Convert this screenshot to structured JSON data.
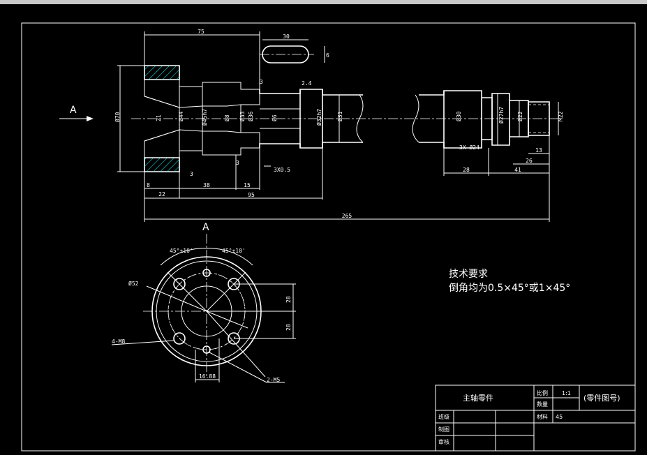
{
  "drawing": {
    "section_arrow": "A",
    "view_label": "A",
    "front_view_dims": {
      "d75": "75",
      "d30": "30",
      "d6": "6",
      "d3a": "3",
      "d24": "2.4",
      "phi70": "Ø70",
      "phi21": "21",
      "phi44": "Ø44",
      "phi45h7": "Ø45h7",
      "phi8": "Ø8",
      "phi33": "Ø33",
      "phi36": "Ø36",
      "phi6": "Ø6",
      "phi32h7": "Ø32h7",
      "phi31": "Ø31",
      "phi30": "Ø30",
      "phi27h7": "Ø27h7",
      "phi22": "Ø22",
      "m22": "M22",
      "d3b": "3",
      "d3c": "3",
      "chamfer": "3X0.5",
      "d8": "8",
      "d22": "22",
      "d38": "38",
      "d15": "15",
      "d95": "95",
      "d265": "265",
      "groove": "3X Ø24",
      "d28": "28",
      "d41": "41",
      "d26": "26",
      "d13": "13"
    },
    "side_view_dims": {
      "ang1": "45°±10'",
      "ang2": "45°±10'",
      "bolt_circle": "Ø52",
      "d28a": "28",
      "d28b": "28",
      "holes_m8": "4-M8",
      "d1688": "16.88",
      "holes_m5": "2-M5"
    },
    "tech_req": {
      "title": "技术要求",
      "body": "倒角均为0.5×45°或1×45°"
    }
  },
  "title_block": {
    "part_name": "主轴零件",
    "scale_label": "比例",
    "scale_value": "1:1",
    "qty_label": "数量",
    "drawing_no": "(零件图号)",
    "material_label": "材料",
    "material_value": "45",
    "row1": "班级",
    "row2": "制图",
    "row3": "审核"
  },
  "colors": {
    "background": "#000000",
    "lines": "#ffffff",
    "hatch": "#00ffff",
    "title_bar": "#c8c8c8"
  }
}
